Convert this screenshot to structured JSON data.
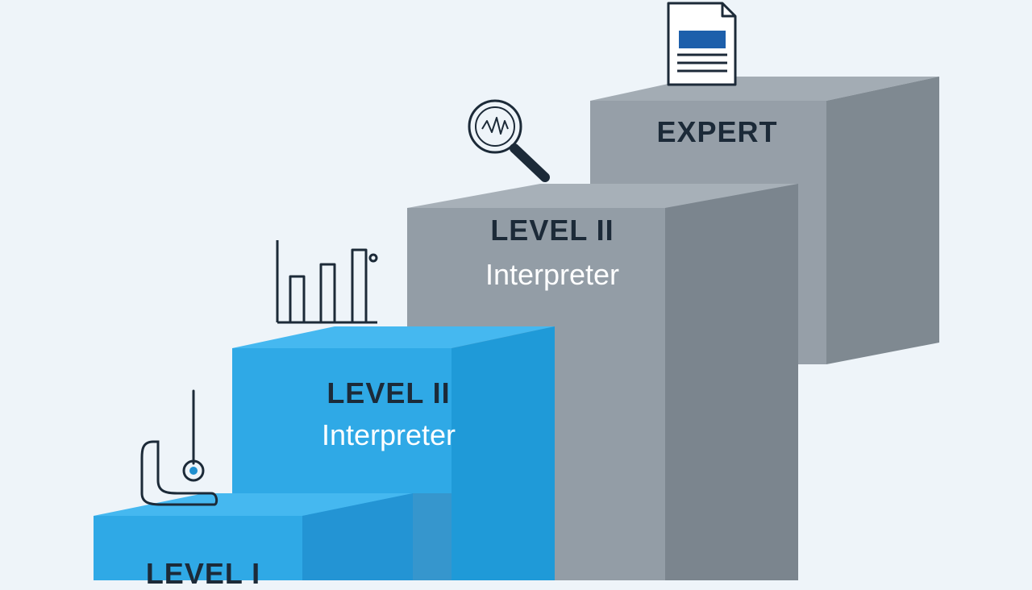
{
  "colors": {
    "background": "#eef4f9",
    "blue_front": "#2fa9e6",
    "blue_top": "#45b8f0",
    "blue_side": "#1f8fcf",
    "gray_front": "#939da6",
    "gray_top": "#a3acb4",
    "gray_side": "#7d8790",
    "icon_ink": "#1c2a38",
    "accent_blue": "#1d5fab"
  },
  "steps": [
    {
      "level": "LEVEL I",
      "role": ""
    },
    {
      "level": "LEVEL II",
      "role": "Interpreter"
    },
    {
      "level": "LEVEL II",
      "role": "Interpreter"
    },
    {
      "level": "EXPERT",
      "role": ""
    }
  ],
  "icons": [
    "probe-icon",
    "bar-chart-icon",
    "magnifier-waveform-icon",
    "document-icon"
  ]
}
